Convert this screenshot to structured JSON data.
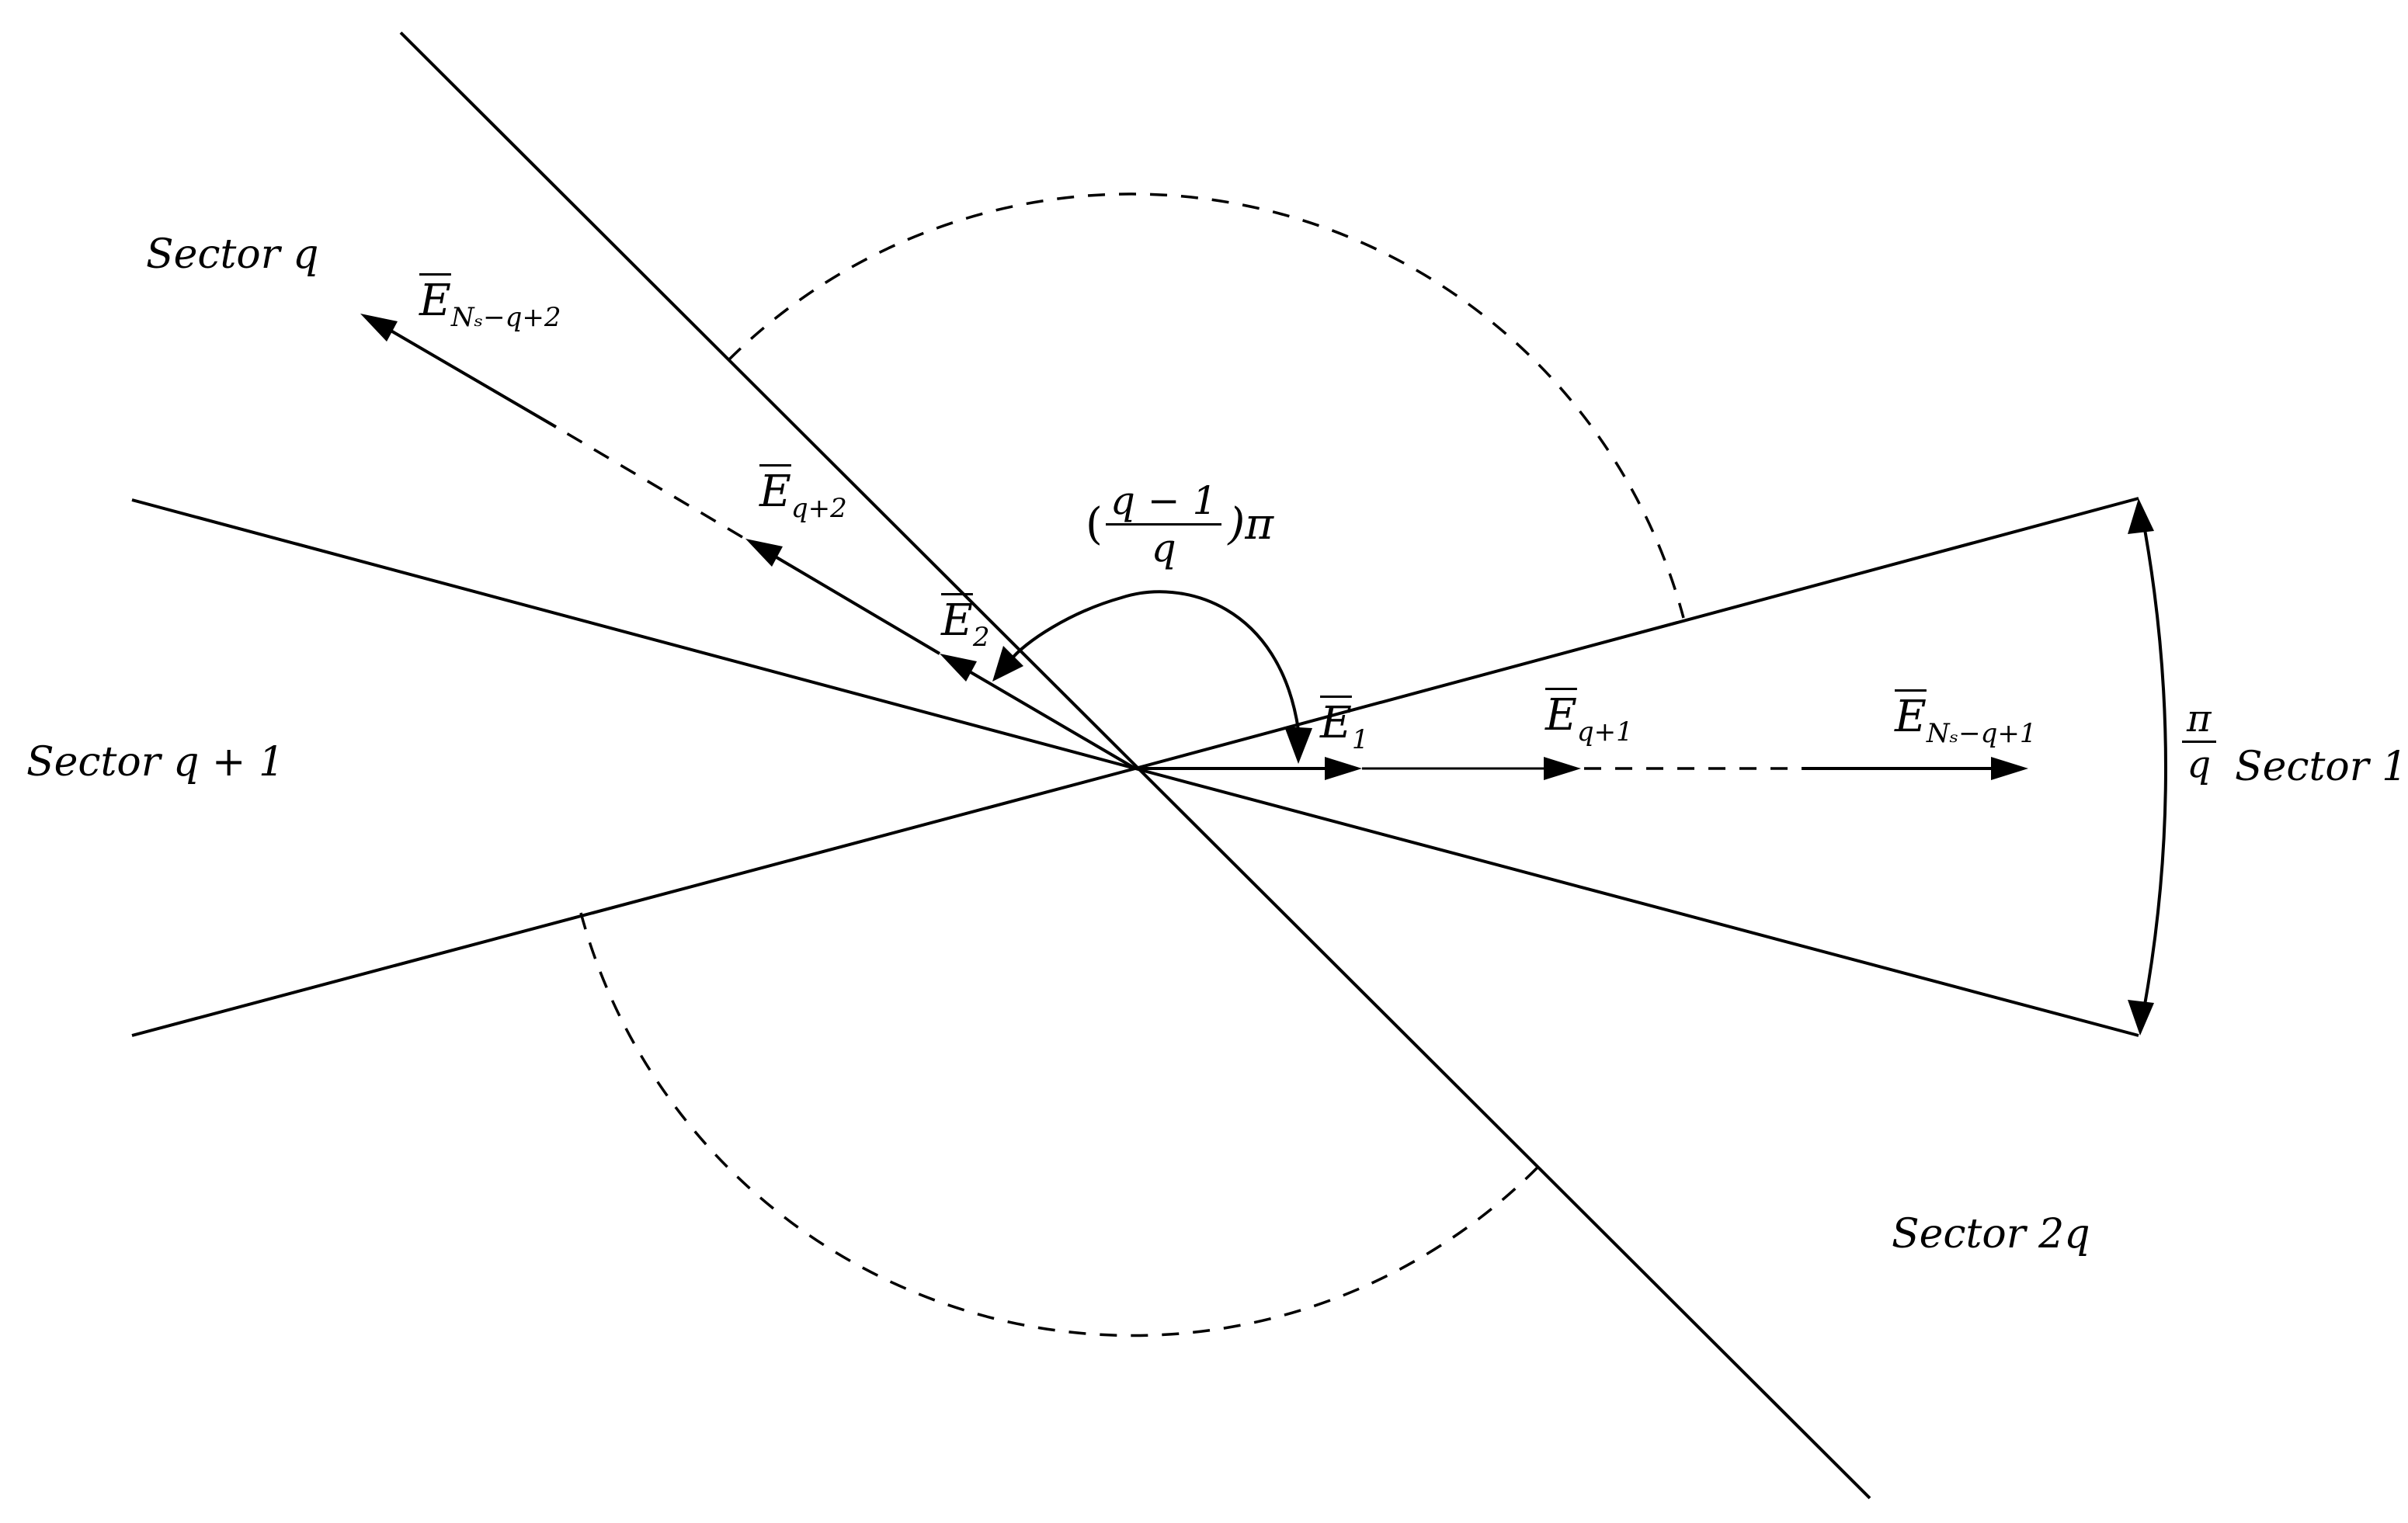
{
  "sectors": {
    "sector_q": "Sector q",
    "sector_q_plus_1": "Sector q + 1",
    "sector_1": "Sector 1",
    "sector_2q": "Sector 2q"
  },
  "vectors": {
    "e1": {
      "base": "E",
      "sub": "1"
    },
    "e2": {
      "base": "E",
      "sub": "2"
    },
    "eq1": {
      "base": "E",
      "sub": "q+1"
    },
    "eq2": {
      "base": "E",
      "sub": "q+2"
    },
    "ens_q1": {
      "base": "E",
      "sub": "Nₛ−q+1"
    },
    "ens_q2": {
      "base": "E",
      "sub": "Nₛ−q+2"
    }
  },
  "angles": {
    "large": {
      "open": "(",
      "num": "q − 1",
      "den": "q",
      "close": ")π"
    },
    "small": {
      "num": "π",
      "den": "q"
    }
  }
}
